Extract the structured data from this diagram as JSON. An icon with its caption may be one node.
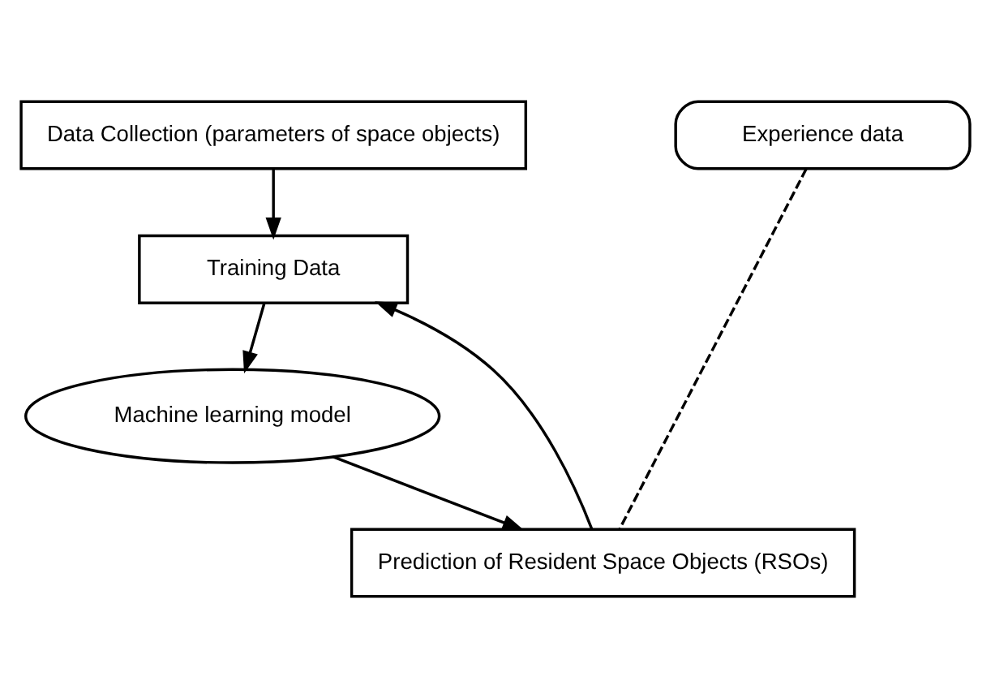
{
  "diagram": {
    "nodes": [
      {
        "text": [
          "Data Collection (parameters of space objects)"
        ]
      },
      {
        "text": [
          "Experience data"
        ]
      },
      {
        "text": [
          "Training Data"
        ]
      },
      {
        "text": [
          "Prediction of Resident Space Objects (RSOs)"
        ]
      },
      {
        "text": [
          "Machine learning model"
        ]
      }
    ],
    "edges": [
      {
        "from": 0,
        "to": 2,
        "arrow": "to"
      },
      {
        "from": 3,
        "to": 2,
        "arrow": "to"
      },
      {
        "from": 2,
        "to": 4,
        "arrow": "to"
      },
      {
        "from": 4,
        "to": 3,
        "arrow": "to"
      },
      {
        "from": 1,
        "to": 3,
        "arrow": "none",
        "style": "dashed"
      }
    ]
  }
}
